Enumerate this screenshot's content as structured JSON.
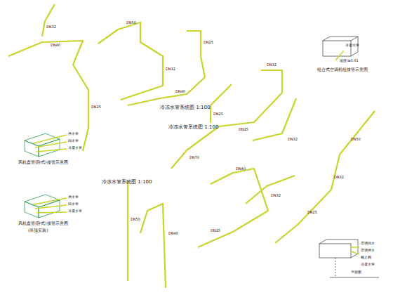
{
  "diagram": {
    "labels": [
      "冷冻水管系统图 1:100",
      "冷冻水管系统图 1:100",
      "冷冻水管系统图 1:100",
      "风机盘管(卧式)接管示意图",
      "风机盘管(卧式)接管示意图",
      "(吊顶安装)",
      "组合式空调机组接管示意图",
      "冷凝水管",
      "坡度i≥0.01",
      "空调回水",
      "空调供水",
      "截止阀",
      "冷凝水管",
      "平面图",
      "供水管",
      "回水管",
      "冷凝水管",
      "供水管",
      "回水管",
      "冷凝水管",
      "DN32",
      "DN40",
      "DN25",
      "DN50",
      "DN32",
      "DN25",
      "DN40",
      "DN32",
      "DN25",
      "DN70",
      "DN50",
      "DN32",
      "DN25",
      "DN40",
      "DN32",
      "DN25",
      "DN50",
      "DN40",
      "DN32",
      "DN25"
    ]
  }
}
